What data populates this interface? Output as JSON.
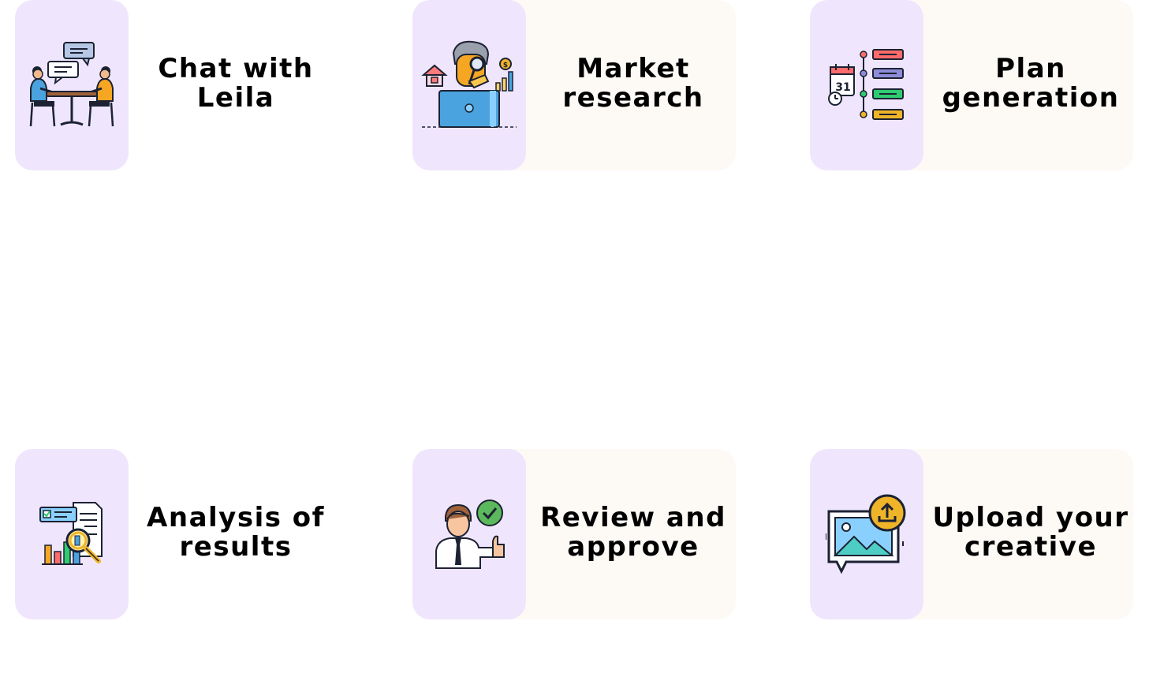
{
  "cards": [
    {
      "title": "Chat with Leila",
      "icon": "meeting-chat-icon"
    },
    {
      "title": "Market research",
      "icon": "market-research-icon"
    },
    {
      "title": "Plan generation",
      "icon": "timeline-plan-icon"
    },
    {
      "title": "Analysis of results",
      "icon": "analysis-magnifier-icon"
    },
    {
      "title": "Review and approve",
      "icon": "approval-person-icon"
    },
    {
      "title": "Upload your creative",
      "icon": "image-upload-icon"
    }
  ],
  "colors": {
    "icon_tile": "#efe6fd",
    "card_bg": "#fdfaf6",
    "text": "#000000"
  }
}
